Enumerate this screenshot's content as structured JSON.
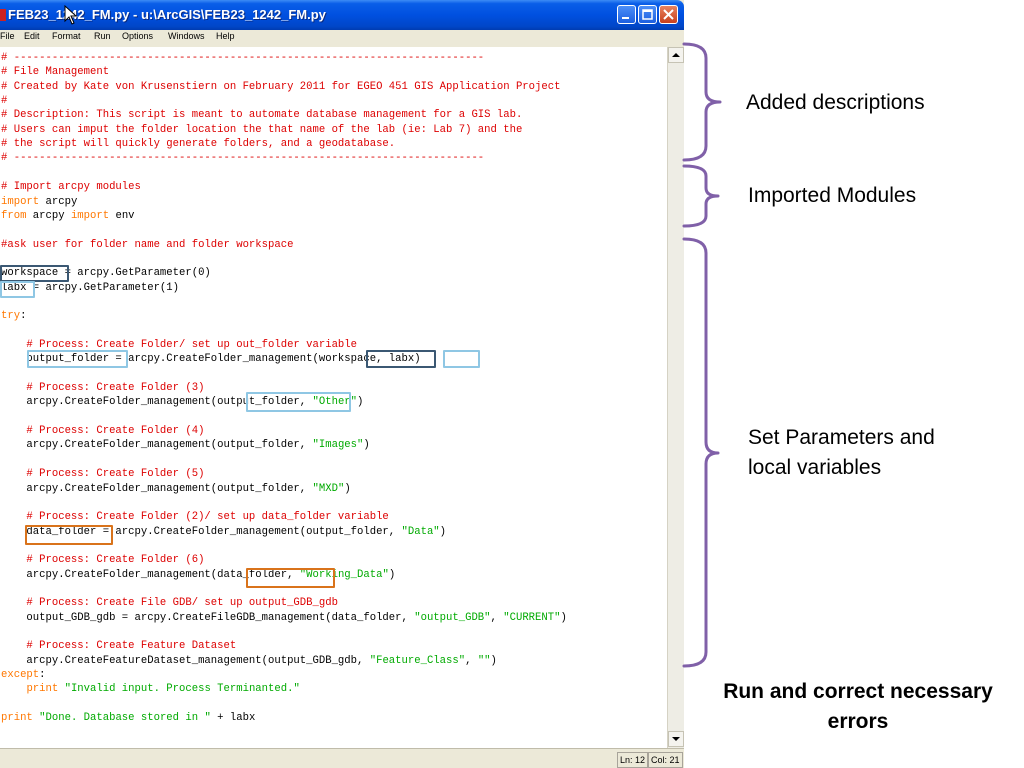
{
  "window": {
    "title": "FEB23_1242_FM.py - u:\\ArcGIS\\FEB23_1242_FM.py"
  },
  "menu": [
    "File",
    "Edit",
    "Format",
    "Run",
    "Options",
    "Windows",
    "Help"
  ],
  "code_lines": [
    {
      "y": 0,
      "seg": [
        {
          "t": "# --------------------------------------------------------------------------",
          "c": "comment"
        }
      ]
    },
    {
      "y": 1,
      "seg": [
        {
          "t": "# File Management",
          "c": "comment"
        }
      ]
    },
    {
      "y": 2,
      "seg": [
        {
          "t": "# Created by Kate von Krusenstiern on February 2011 for EGEO 451 GIS Application Project",
          "c": "comment"
        }
      ]
    },
    {
      "y": 3,
      "seg": [
        {
          "t": "#",
          "c": "comment"
        }
      ]
    },
    {
      "y": 4,
      "seg": [
        {
          "t": "# Description: This script is meant to automate database management for a GIS lab.",
          "c": "comment"
        }
      ]
    },
    {
      "y": 5,
      "seg": [
        {
          "t": "# Users can imput the folder location the that name of the lab (ie: Lab 7) and the",
          "c": "comment"
        }
      ]
    },
    {
      "y": 6,
      "seg": [
        {
          "t": "# the script will quickly generate folders, and a geodatabase.",
          "c": "comment"
        }
      ]
    },
    {
      "y": 7,
      "seg": [
        {
          "t": "# --------------------------------------------------------------------------",
          "c": "comment"
        }
      ]
    },
    {
      "y": 9,
      "seg": [
        {
          "t": "# Import arcpy modules",
          "c": "comment"
        }
      ]
    },
    {
      "y": 10,
      "seg": [
        {
          "t": "import",
          "c": "keyword"
        },
        {
          "t": " arcpy",
          "c": "normal"
        }
      ]
    },
    {
      "y": 11,
      "seg": [
        {
          "t": "from",
          "c": "keyword"
        },
        {
          "t": " arcpy ",
          "c": "normal"
        },
        {
          "t": "import",
          "c": "keyword"
        },
        {
          "t": " env",
          "c": "normal"
        }
      ]
    },
    {
      "y": 13,
      "seg": [
        {
          "t": "#ask user for folder name and folder workspace",
          "c": "comment"
        }
      ]
    },
    {
      "y": 15,
      "seg": [
        {
          "t": "workspace = arcpy.GetParameter(0)",
          "c": "normal"
        }
      ]
    },
    {
      "y": 16,
      "seg": [
        {
          "t": "labx = arcpy.GetParameter(1)",
          "c": "normal"
        }
      ]
    },
    {
      "y": 18,
      "seg": [
        {
          "t": "try",
          "c": "keyword"
        },
        {
          "t": ":",
          "c": "normal"
        }
      ]
    },
    {
      "y": 20,
      "seg": [
        {
          "t": "    # Process: Create Folder/ set up out_folder variable",
          "c": "comment"
        }
      ]
    },
    {
      "y": 21,
      "seg": [
        {
          "t": "    output_folder = arcpy.CreateFolder_management(workspace, labx)",
          "c": "normal"
        }
      ]
    },
    {
      "y": 23,
      "seg": [
        {
          "t": "    # Process: Create Folder (3)",
          "c": "comment"
        }
      ]
    },
    {
      "y": 24,
      "seg": [
        {
          "t": "    arcpy.CreateFolder_management(output_folder, ",
          "c": "normal"
        },
        {
          "t": "\"Other\"",
          "c": "string"
        },
        {
          "t": ")",
          "c": "normal"
        }
      ]
    },
    {
      "y": 26,
      "seg": [
        {
          "t": "    # Process: Create Folder (4)",
          "c": "comment"
        }
      ]
    },
    {
      "y": 27,
      "seg": [
        {
          "t": "    arcpy.CreateFolder_management(output_folder, ",
          "c": "normal"
        },
        {
          "t": "\"Images\"",
          "c": "string"
        },
        {
          "t": ")",
          "c": "normal"
        }
      ]
    },
    {
      "y": 29,
      "seg": [
        {
          "t": "    # Process: Create Folder (5)",
          "c": "comment"
        }
      ]
    },
    {
      "y": 30,
      "seg": [
        {
          "t": "    arcpy.CreateFolder_management(output_folder, ",
          "c": "normal"
        },
        {
          "t": "\"MXD\"",
          "c": "string"
        },
        {
          "t": ")",
          "c": "normal"
        }
      ]
    },
    {
      "y": 32,
      "seg": [
        {
          "t": "    # Process: Create Folder (2)/ set up data_folder variable",
          "c": "comment"
        }
      ]
    },
    {
      "y": 33,
      "seg": [
        {
          "t": "    data_folder = arcpy.CreateFolder_management(output_folder, ",
          "c": "normal"
        },
        {
          "t": "\"Data\"",
          "c": "string"
        },
        {
          "t": ")",
          "c": "normal"
        }
      ]
    },
    {
      "y": 35,
      "seg": [
        {
          "t": "    # Process: Create Folder (6)",
          "c": "comment"
        }
      ]
    },
    {
      "y": 36,
      "seg": [
        {
          "t": "    arcpy.CreateFolder_management(data_folder, ",
          "c": "normal"
        },
        {
          "t": "\"Working_Data\"",
          "c": "string"
        },
        {
          "t": ")",
          "c": "normal"
        }
      ]
    },
    {
      "y": 38,
      "seg": [
        {
          "t": "    # Process: Create File GDB/ set up output_GDB_gdb",
          "c": "comment"
        }
      ]
    },
    {
      "y": 39,
      "seg": [
        {
          "t": "    output_GDB_gdb = arcpy.CreateFileGDB_management(data_folder, ",
          "c": "normal"
        },
        {
          "t": "\"output_GDB\"",
          "c": "string"
        },
        {
          "t": ", ",
          "c": "normal"
        },
        {
          "t": "\"CURRENT\"",
          "c": "string"
        },
        {
          "t": ")",
          "c": "normal"
        }
      ]
    },
    {
      "y": 41,
      "seg": [
        {
          "t": "    # Process: Create Feature Dataset",
          "c": "comment"
        }
      ]
    },
    {
      "y": 42,
      "seg": [
        {
          "t": "    arcpy.CreateFeatureDataset_management(output_GDB_gdb, ",
          "c": "normal"
        },
        {
          "t": "\"Feature_Class\"",
          "c": "string"
        },
        {
          "t": ", ",
          "c": "normal"
        },
        {
          "t": "\"\"",
          "c": "string"
        },
        {
          "t": ")",
          "c": "normal"
        }
      ]
    },
    {
      "y": 43,
      "seg": [
        {
          "t": "except",
          "c": "keyword"
        },
        {
          "t": ":",
          "c": "normal"
        }
      ]
    },
    {
      "y": 44,
      "seg": [
        {
          "t": "    ",
          "c": "normal"
        },
        {
          "t": "print",
          "c": "keyword"
        },
        {
          "t": " ",
          "c": "normal"
        },
        {
          "t": "\"Invalid input. Process Terminanted.\"",
          "c": "string"
        }
      ]
    },
    {
      "y": 46,
      "seg": [
        {
          "t": "print",
          "c": "keyword"
        },
        {
          "t": " ",
          "c": "normal"
        },
        {
          "t": "\"Done. Database stored in \"",
          "c": "string"
        },
        {
          "t": " + labx",
          "c": "normal"
        }
      ]
    }
  ],
  "status": {
    "line": "Ln: 12",
    "col": "Col: 21"
  },
  "annotations": {
    "descriptions": "Added descriptions",
    "modules": "Imported Modules",
    "params_line1": "Set Parameters and",
    "params_line2": "local variables",
    "run_line1": "Run and correct necessary",
    "run_line2": "errors"
  },
  "colors": {
    "comment": "#dd0000",
    "keyword": "#ff7700",
    "string": "#00aa00",
    "highlight_dark": "#3b5873",
    "highlight_light": "#8fc7e4",
    "highlight_orange": "#d9731b",
    "brace": "#8060a8"
  }
}
